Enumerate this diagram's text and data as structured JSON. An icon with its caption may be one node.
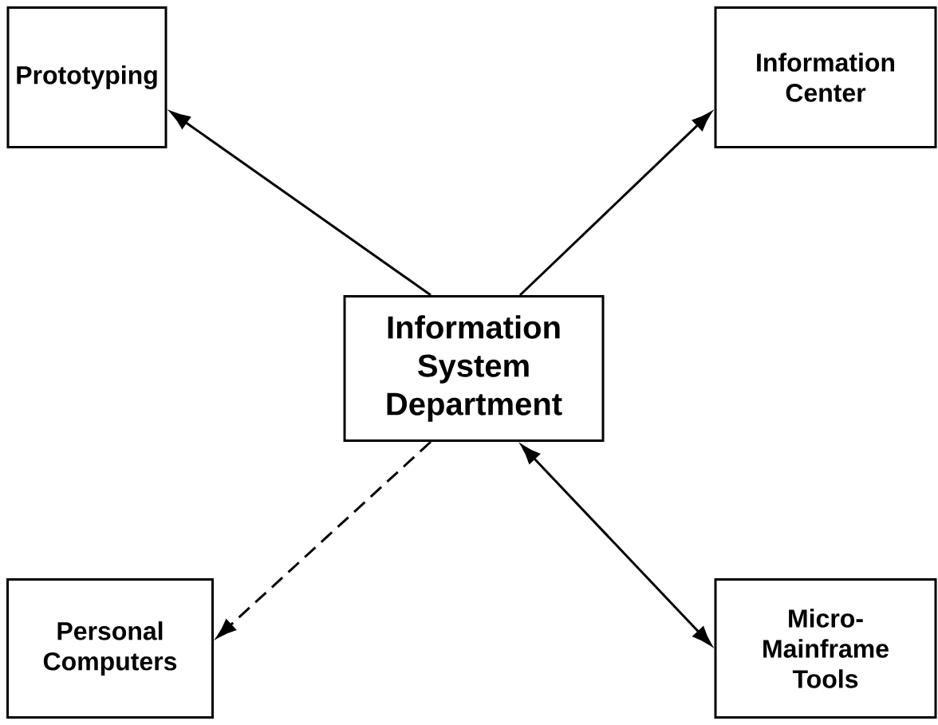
{
  "diagram": {
    "nodes": [
      {
        "text": [
          "Prototyping"
        ]
      },
      {
        "text": [
          "Information Center"
        ]
      },
      {
        "text": [
          "Information System Department"
        ]
      },
      {
        "text": [
          "Personal Computers"
        ]
      },
      {
        "text": [
          "Micro-Mainframe Tools"
        ]
      }
    ],
    "edges": [
      {
        "from": 2,
        "to": 0,
        "arrow": "to"
      },
      {
        "from": 2,
        "to": 1,
        "arrow": "to"
      },
      {
        "from": 2,
        "to": 3,
        "arrow": "to",
        "style": "dashed"
      },
      {
        "from": 2,
        "to": 4,
        "arrow": "both"
      }
    ]
  }
}
